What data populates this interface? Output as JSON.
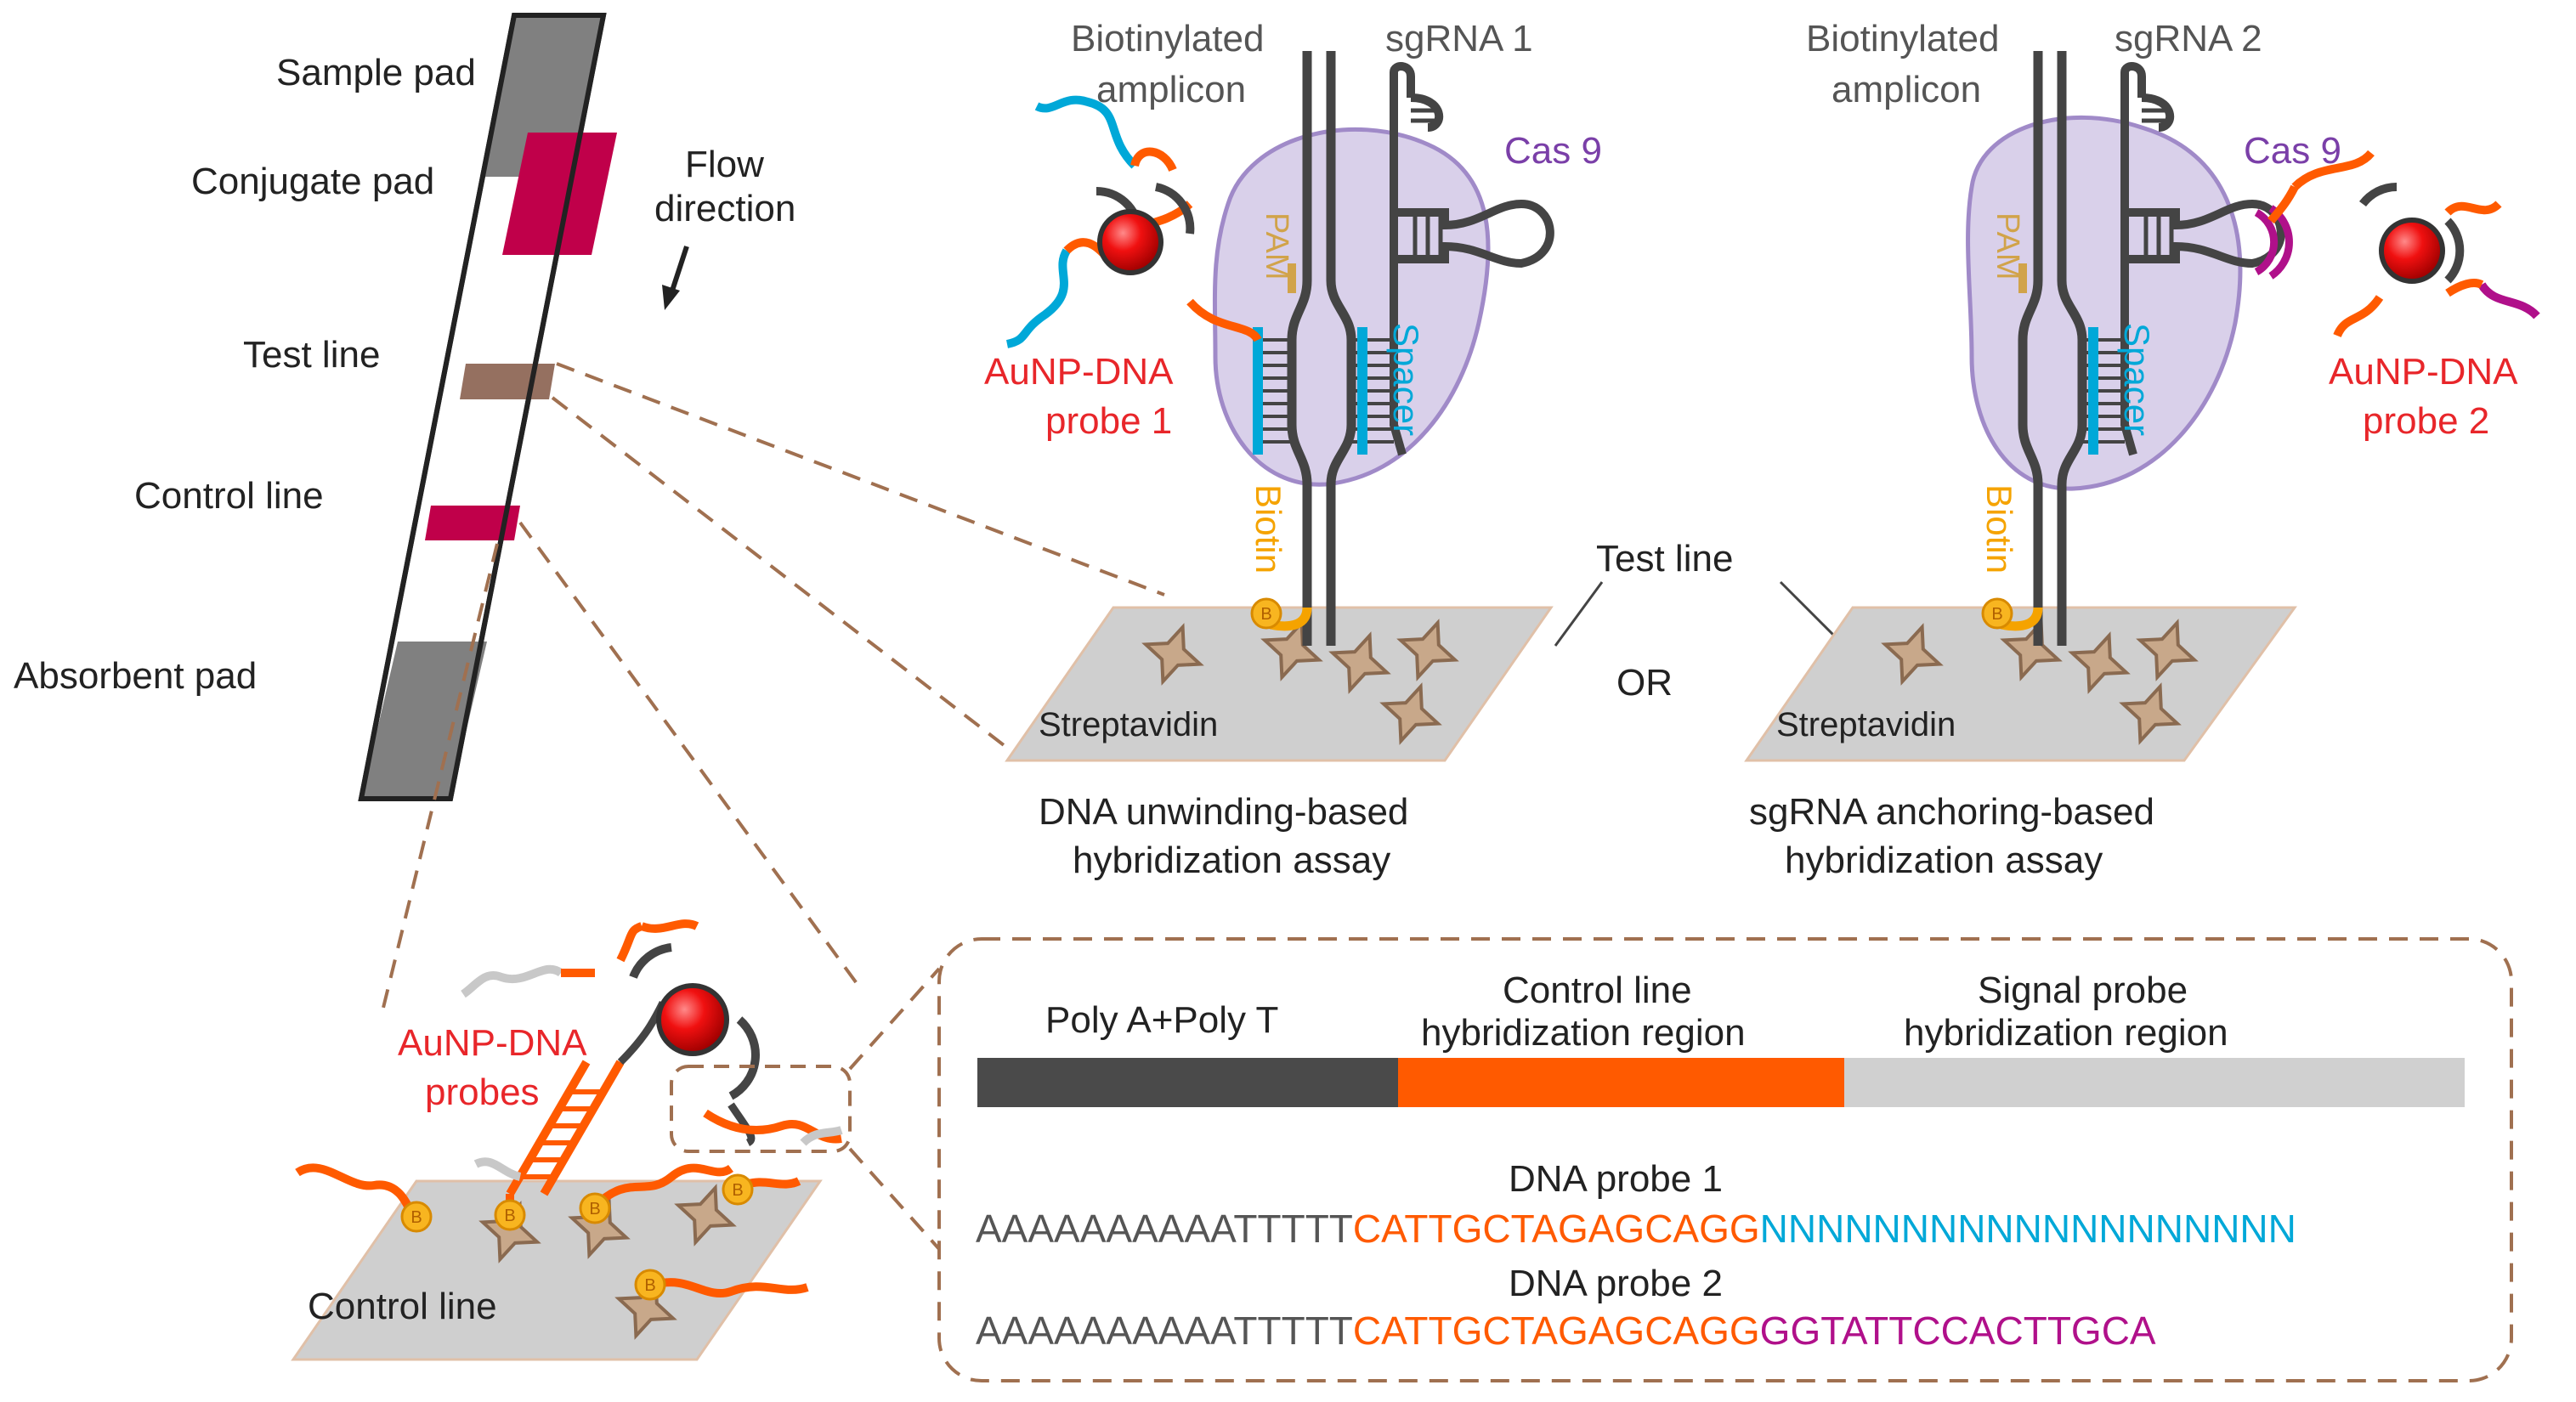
{
  "strip": {
    "sample_pad": "Sample pad",
    "conjugate_pad": "Conjugate pad",
    "test_line": "Test line",
    "control_line": "Control line",
    "absorbent_pad": "Absorbent pad",
    "flow_line1": "Flow",
    "flow_line2": "direction"
  },
  "assay1": {
    "amplicon_line1": "Biotinylated",
    "amplicon_line2": "amplicon",
    "sgrna": "sgRNA 1",
    "cas9": "Cas 9",
    "pam": "PAM",
    "spacer": "Spacer",
    "biotin": "Biotin",
    "probe_line1": "AuNP-DNA",
    "probe_line2": "probe 1",
    "streptavidin": "Streptavidin",
    "caption_line1": "DNA unwinding-based",
    "caption_line2": "hybridization assay"
  },
  "assay2": {
    "amplicon_line1": "Biotinylated",
    "amplicon_line2": "amplicon",
    "sgrna": "sgRNA 2",
    "cas9": "Cas 9",
    "pam": "PAM",
    "spacer": "Spacer",
    "biotin": "Biotin",
    "probe_line1": "AuNP-DNA",
    "probe_line2": "probe 2",
    "streptavidin": "Streptavidin",
    "caption_line1": "sgRNA anchoring-based",
    "caption_line2": "hybridization assay"
  },
  "test_line_label": "Test line",
  "or_label": "OR",
  "control": {
    "probes_line1": "AuNP-DNA",
    "probes_line2": "probes",
    "control_line": "Control line"
  },
  "schematic": {
    "seg1": "Poly A+Poly T",
    "seg2_line1": "Control line",
    "seg2_line2": "hybridization region",
    "seg3_line1": "Signal probe",
    "seg3_line2": "hybridization region",
    "probe1_title": "DNA probe 1",
    "probe1_part1": "AAAAAAAAAATTTTT",
    "probe1_part2": "CATTGCTAGAGCAGG",
    "probe1_part3": "NNNNNNNNNNNNNNNNNNN",
    "probe2_title": "DNA probe 2",
    "probe2_part1": "AAAAAAAAAATTTTT",
    "probe2_part2": "CATTGCTAGAGCAGG",
    "probe2_part3": "GGTATTCCACTTGCA"
  },
  "colors": {
    "gold": "#ff1a1a",
    "orange": "#ff5a00",
    "cyan": "#00a8d8",
    "magenta": "#b0108a",
    "red_label": "#e8262a",
    "purple_label": "#7a3fa8",
    "biotin": "#f5a300",
    "pam": "#d1a34a",
    "crimson": "#c0004a"
  }
}
